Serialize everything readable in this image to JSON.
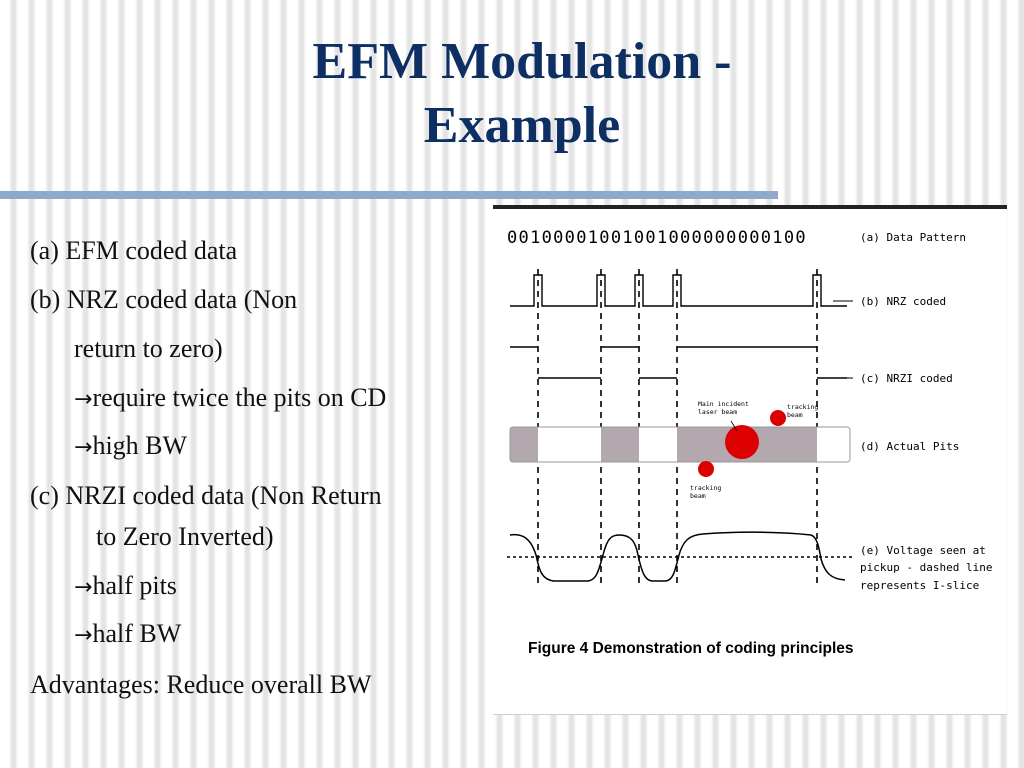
{
  "slide": {
    "title_line1": "EFM Modulation -",
    "title_line2": "Example",
    "bullets": [
      {
        "text": "(a) EFM coded data"
      },
      {
        "text": "(b) NRZ coded data (Non"
      },
      {
        "text": " return to zero)"
      },
      {
        "arrow": "→",
        "text": "require twice the pits on CD"
      },
      {
        "arrow": "→",
        "text": "high BW"
      },
      {
        "text": "(c) NRZI coded data (Non Return"
      },
      {
        "text": "to Zero Inverted)"
      },
      {
        "arrow": "→",
        "text": "half pits"
      },
      {
        "arrow": "→",
        "text": "half BW"
      },
      {
        "text": "Advantages: Reduce overall BW"
      }
    ]
  },
  "figure": {
    "data_pattern": "00100001001001000000000100",
    "labels": {
      "a": "(a) Data Pattern",
      "b": "(b) NRZ coded",
      "c": "(c) NRZI coded",
      "d": "(d) Actual Pits",
      "e1": "(e) Voltage seen at",
      "e2": "pickup - dashed line",
      "e3": "represents I-slice"
    },
    "annotations": {
      "main_beam1": "Main incident",
      "main_beam2": "laser beam",
      "tracking_top1": "tracking",
      "tracking_top2": "beam",
      "tracking_bottom1": "tracking",
      "tracking_bottom2": "beam"
    },
    "caption": "Figure 4 Demonstration of coding principles",
    "colors": {
      "pit": "#b3a8ae",
      "beam": "#dd0000",
      "line": "#000000"
    }
  }
}
